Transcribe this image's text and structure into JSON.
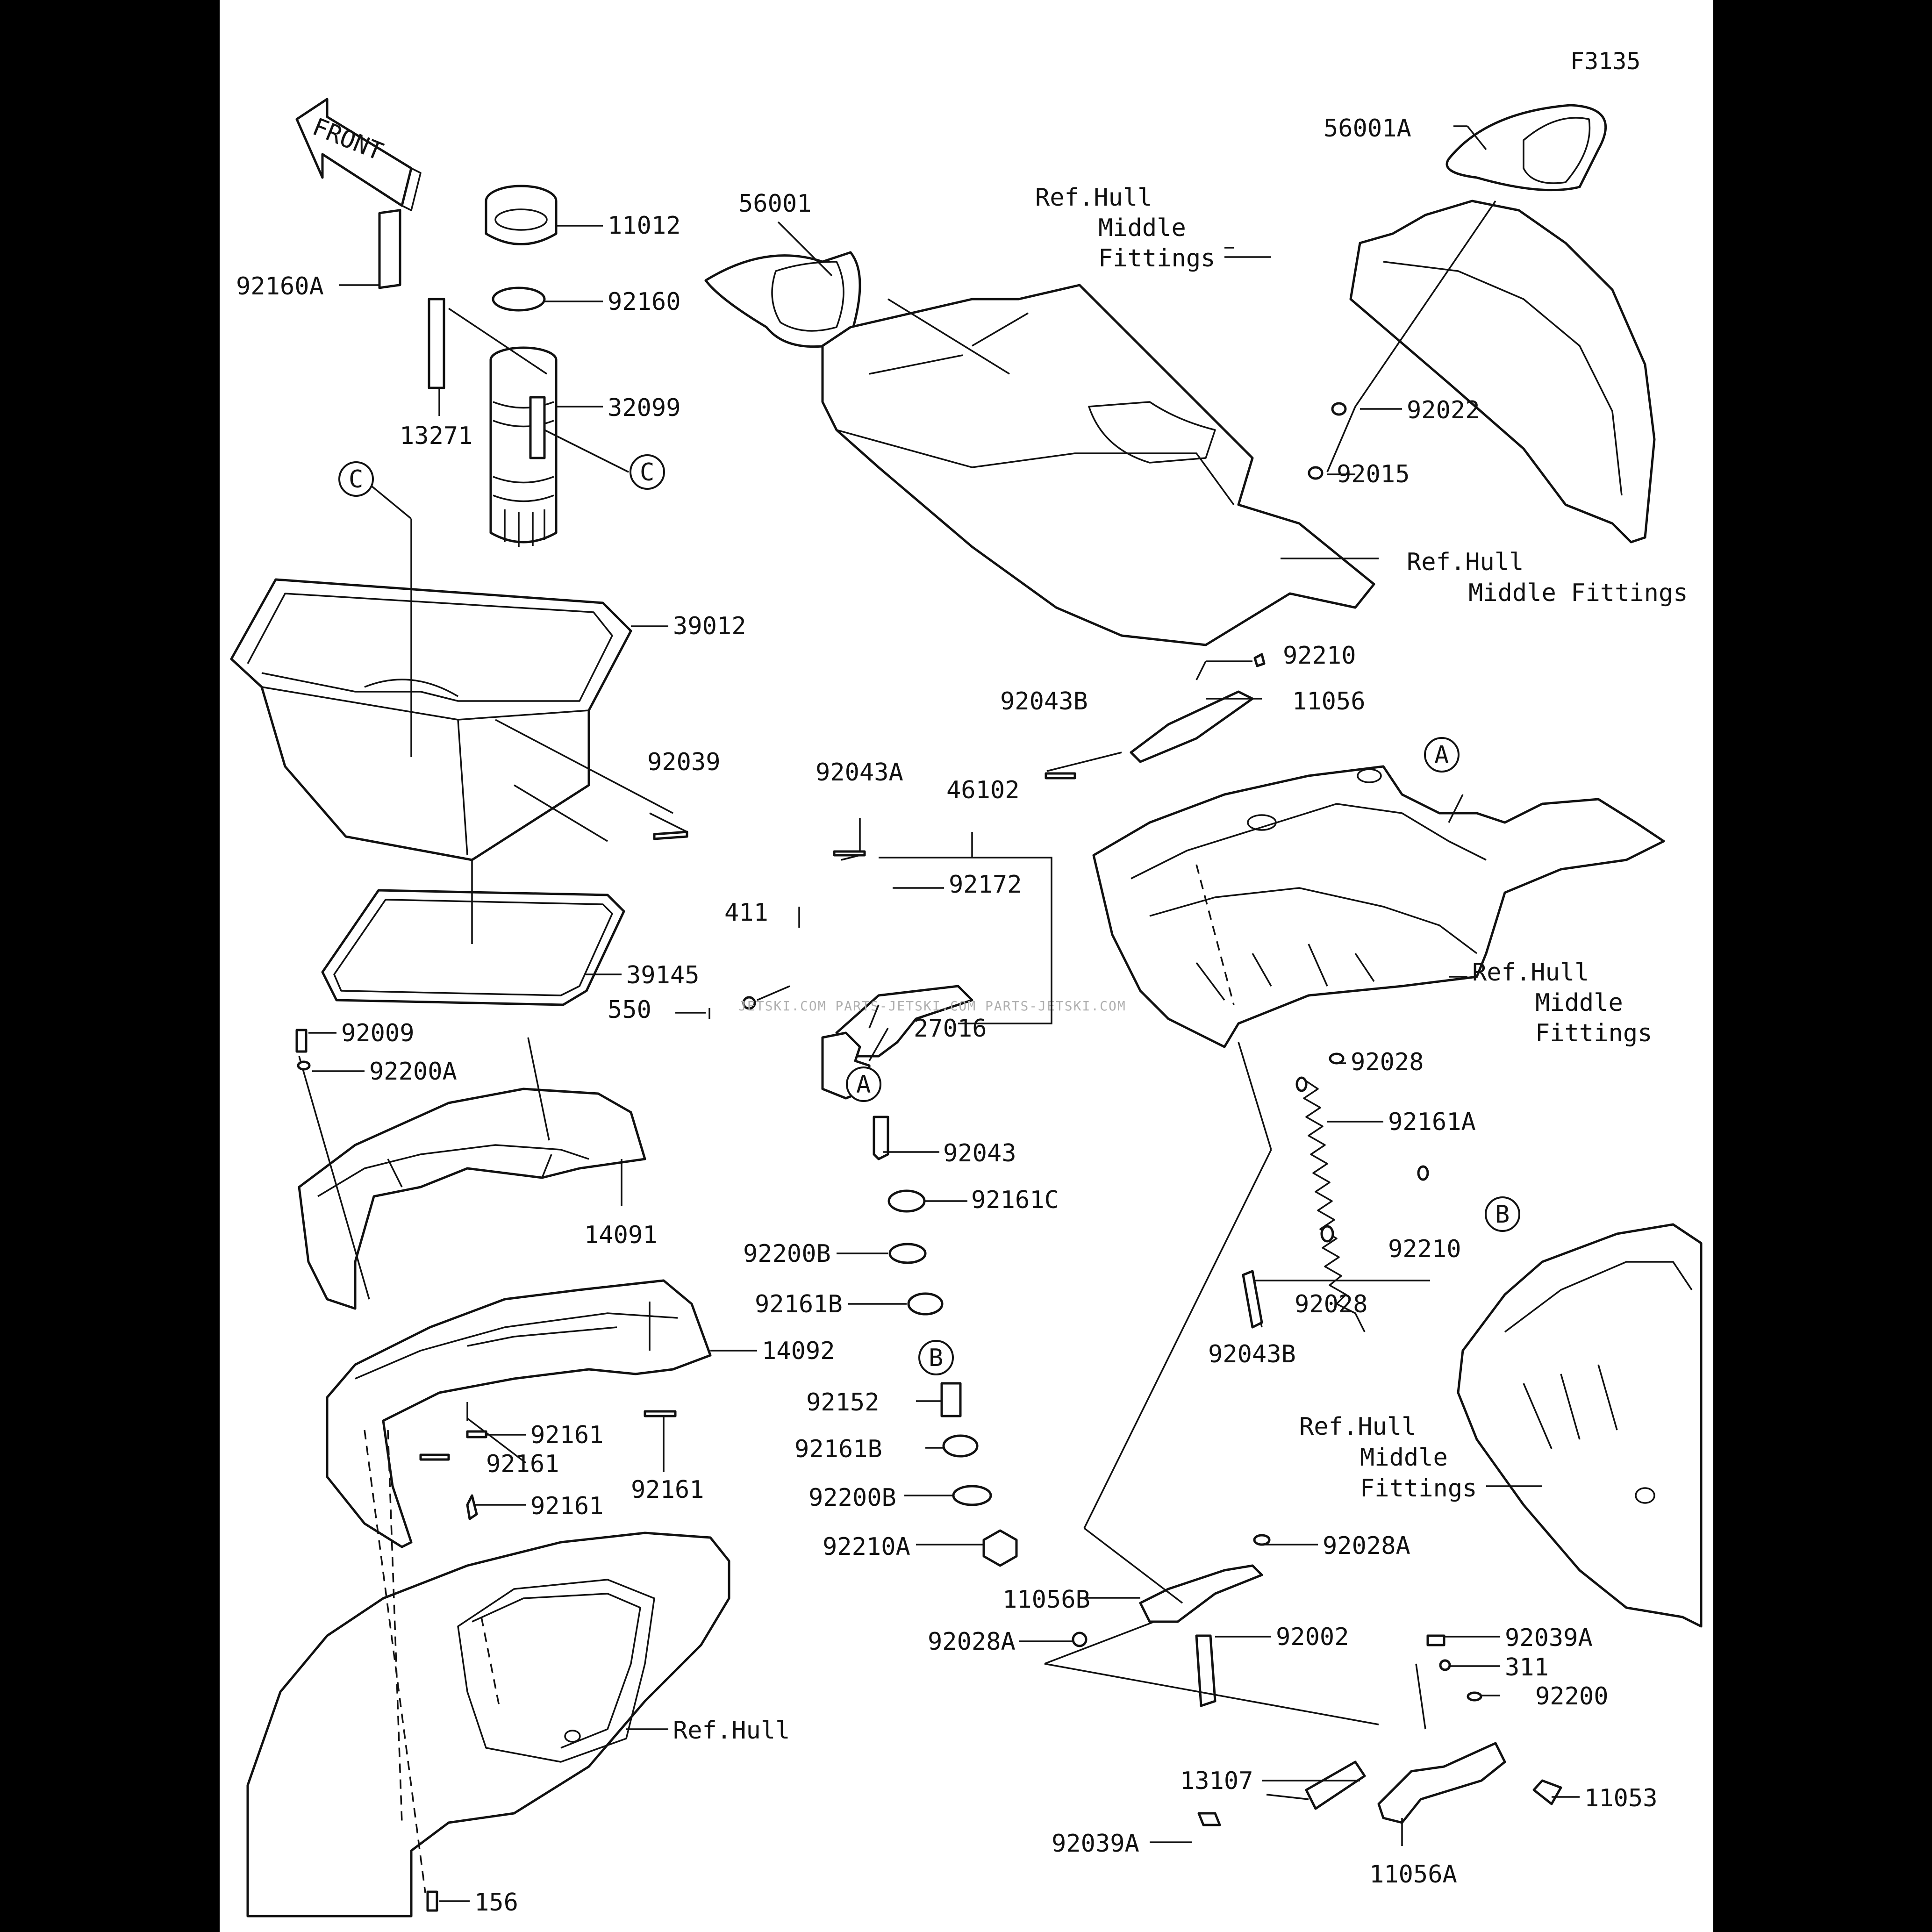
{
  "figure_code": "F3135",
  "front_arrow_label": "FRONT",
  "watermark": "JETSKI.COM  PARTS-JETSKI.COM  PARTS-JETSKI.COM",
  "callouts": {
    "A": "A",
    "B": "B",
    "C": "C"
  },
  "labels": {
    "p56001A": "56001A",
    "p56001": "56001",
    "ref_mid_1_l1": "Ref.Hull",
    "ref_mid_1_l2": "Middle",
    "ref_mid_1_l3": "Fittings",
    "p11012": "11012",
    "p92160A": "92160A",
    "p92160": "92160",
    "p32099": "32099",
    "p13271": "13271",
    "p92022": "92022",
    "p92015": "92015",
    "ref_mid_2_l1": "Ref.Hull",
    "ref_mid_2_l2": "Middle Fittings",
    "p39012": "39012",
    "p92210_top": "92210",
    "p92043B_top": "92043B",
    "p11056": "11056",
    "p92039": "92039",
    "p92043A": "92043A",
    "p46102": "46102",
    "p92172": "92172",
    "p411": "411",
    "p39145": "39145",
    "p550": "550",
    "p92009": "92009",
    "p27016": "27016",
    "ref_mid_3_l1": "Ref.Hull",
    "ref_mid_3_l2": "Middle",
    "ref_mid_3_l3": "Fittings",
    "p92200A": "92200A",
    "p92028_top": "92028",
    "p92161A": "92161A",
    "p92043": "92043",
    "p92161C": "92161C",
    "p14091": "14091",
    "p92210_mid": "92210",
    "p92200B_1": "92200B",
    "p92028_mid": "92028",
    "p92161B_1": "92161B",
    "p92043B_mid": "92043B",
    "p14092": "14092",
    "p92152": "92152",
    "p92161_1": "92161",
    "p92161B_2": "92161B",
    "p92161_2": "92161",
    "ref_mid_4_l1": "Ref.Hull",
    "ref_mid_4_l2": "Middle",
    "ref_mid_4_l3": "Fittings",
    "p92161_3": "92161",
    "p92161_4": "92161",
    "p92200B_2": "92200B",
    "p92210A": "92210A",
    "p92028A_1": "92028A",
    "p11056B": "11056B",
    "p92002": "92002",
    "p92039A_1": "92039A",
    "p92028A_2": "92028A",
    "p311": "311",
    "p92200": "92200",
    "ref_hull": "Ref.Hull",
    "p11053": "11053",
    "p13107": "13107",
    "p92039A_2": "92039A",
    "p11056A": "11056A",
    "p156": "156"
  }
}
